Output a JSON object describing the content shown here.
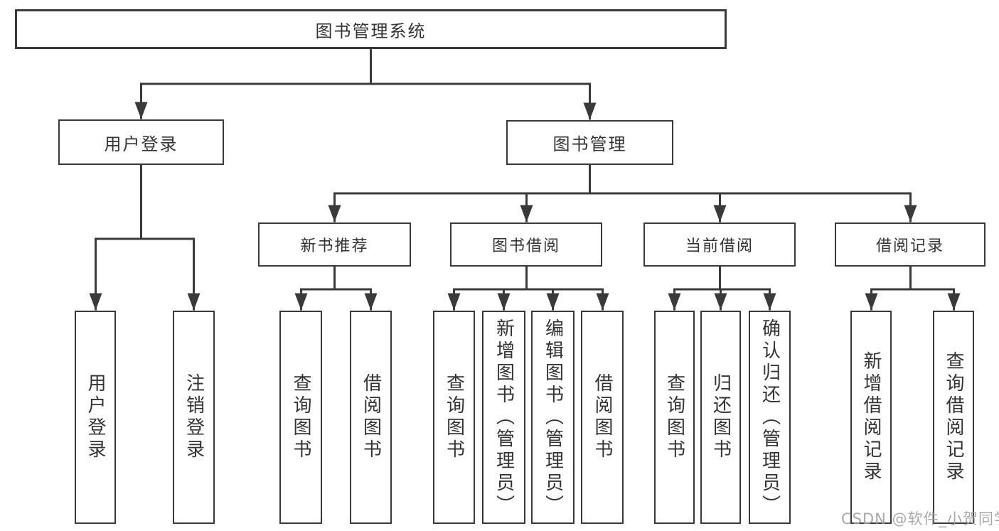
{
  "diagram": {
    "root": {
      "label": "图书管理系统"
    },
    "branches": [
      {
        "label": "用户登录",
        "children": [
          {
            "label": "用户登录"
          },
          {
            "label": "注销登录"
          }
        ]
      },
      {
        "label": "图书管理",
        "children": [
          {
            "label": "新书推荐",
            "children": [
              {
                "label": "查询图书"
              },
              {
                "label": "借阅图书"
              }
            ]
          },
          {
            "label": "图书借阅",
            "children": [
              {
                "label": "查询图书"
              },
              {
                "label": "新增图书（管理员）"
              },
              {
                "label": "编辑图书（管理员）"
              },
              {
                "label": "借阅图书"
              }
            ]
          },
          {
            "label": "当前借阅",
            "children": [
              {
                "label": "查询图书"
              },
              {
                "label": "归还图书"
              },
              {
                "label": "确认归还（管理员）"
              }
            ]
          },
          {
            "label": "借阅记录",
            "children": [
              {
                "label": "新增借阅记录"
              },
              {
                "label": "查询借阅记录"
              }
            ]
          }
        ]
      }
    ]
  },
  "watermark": {
    "text": "CSDN @软件_小贺同学"
  },
  "colors": {
    "line": "#3a3a3a",
    "text": "#333333",
    "box_fill": "#ffffff",
    "background": "#ffffff",
    "watermark": "#9e9e9e"
  }
}
